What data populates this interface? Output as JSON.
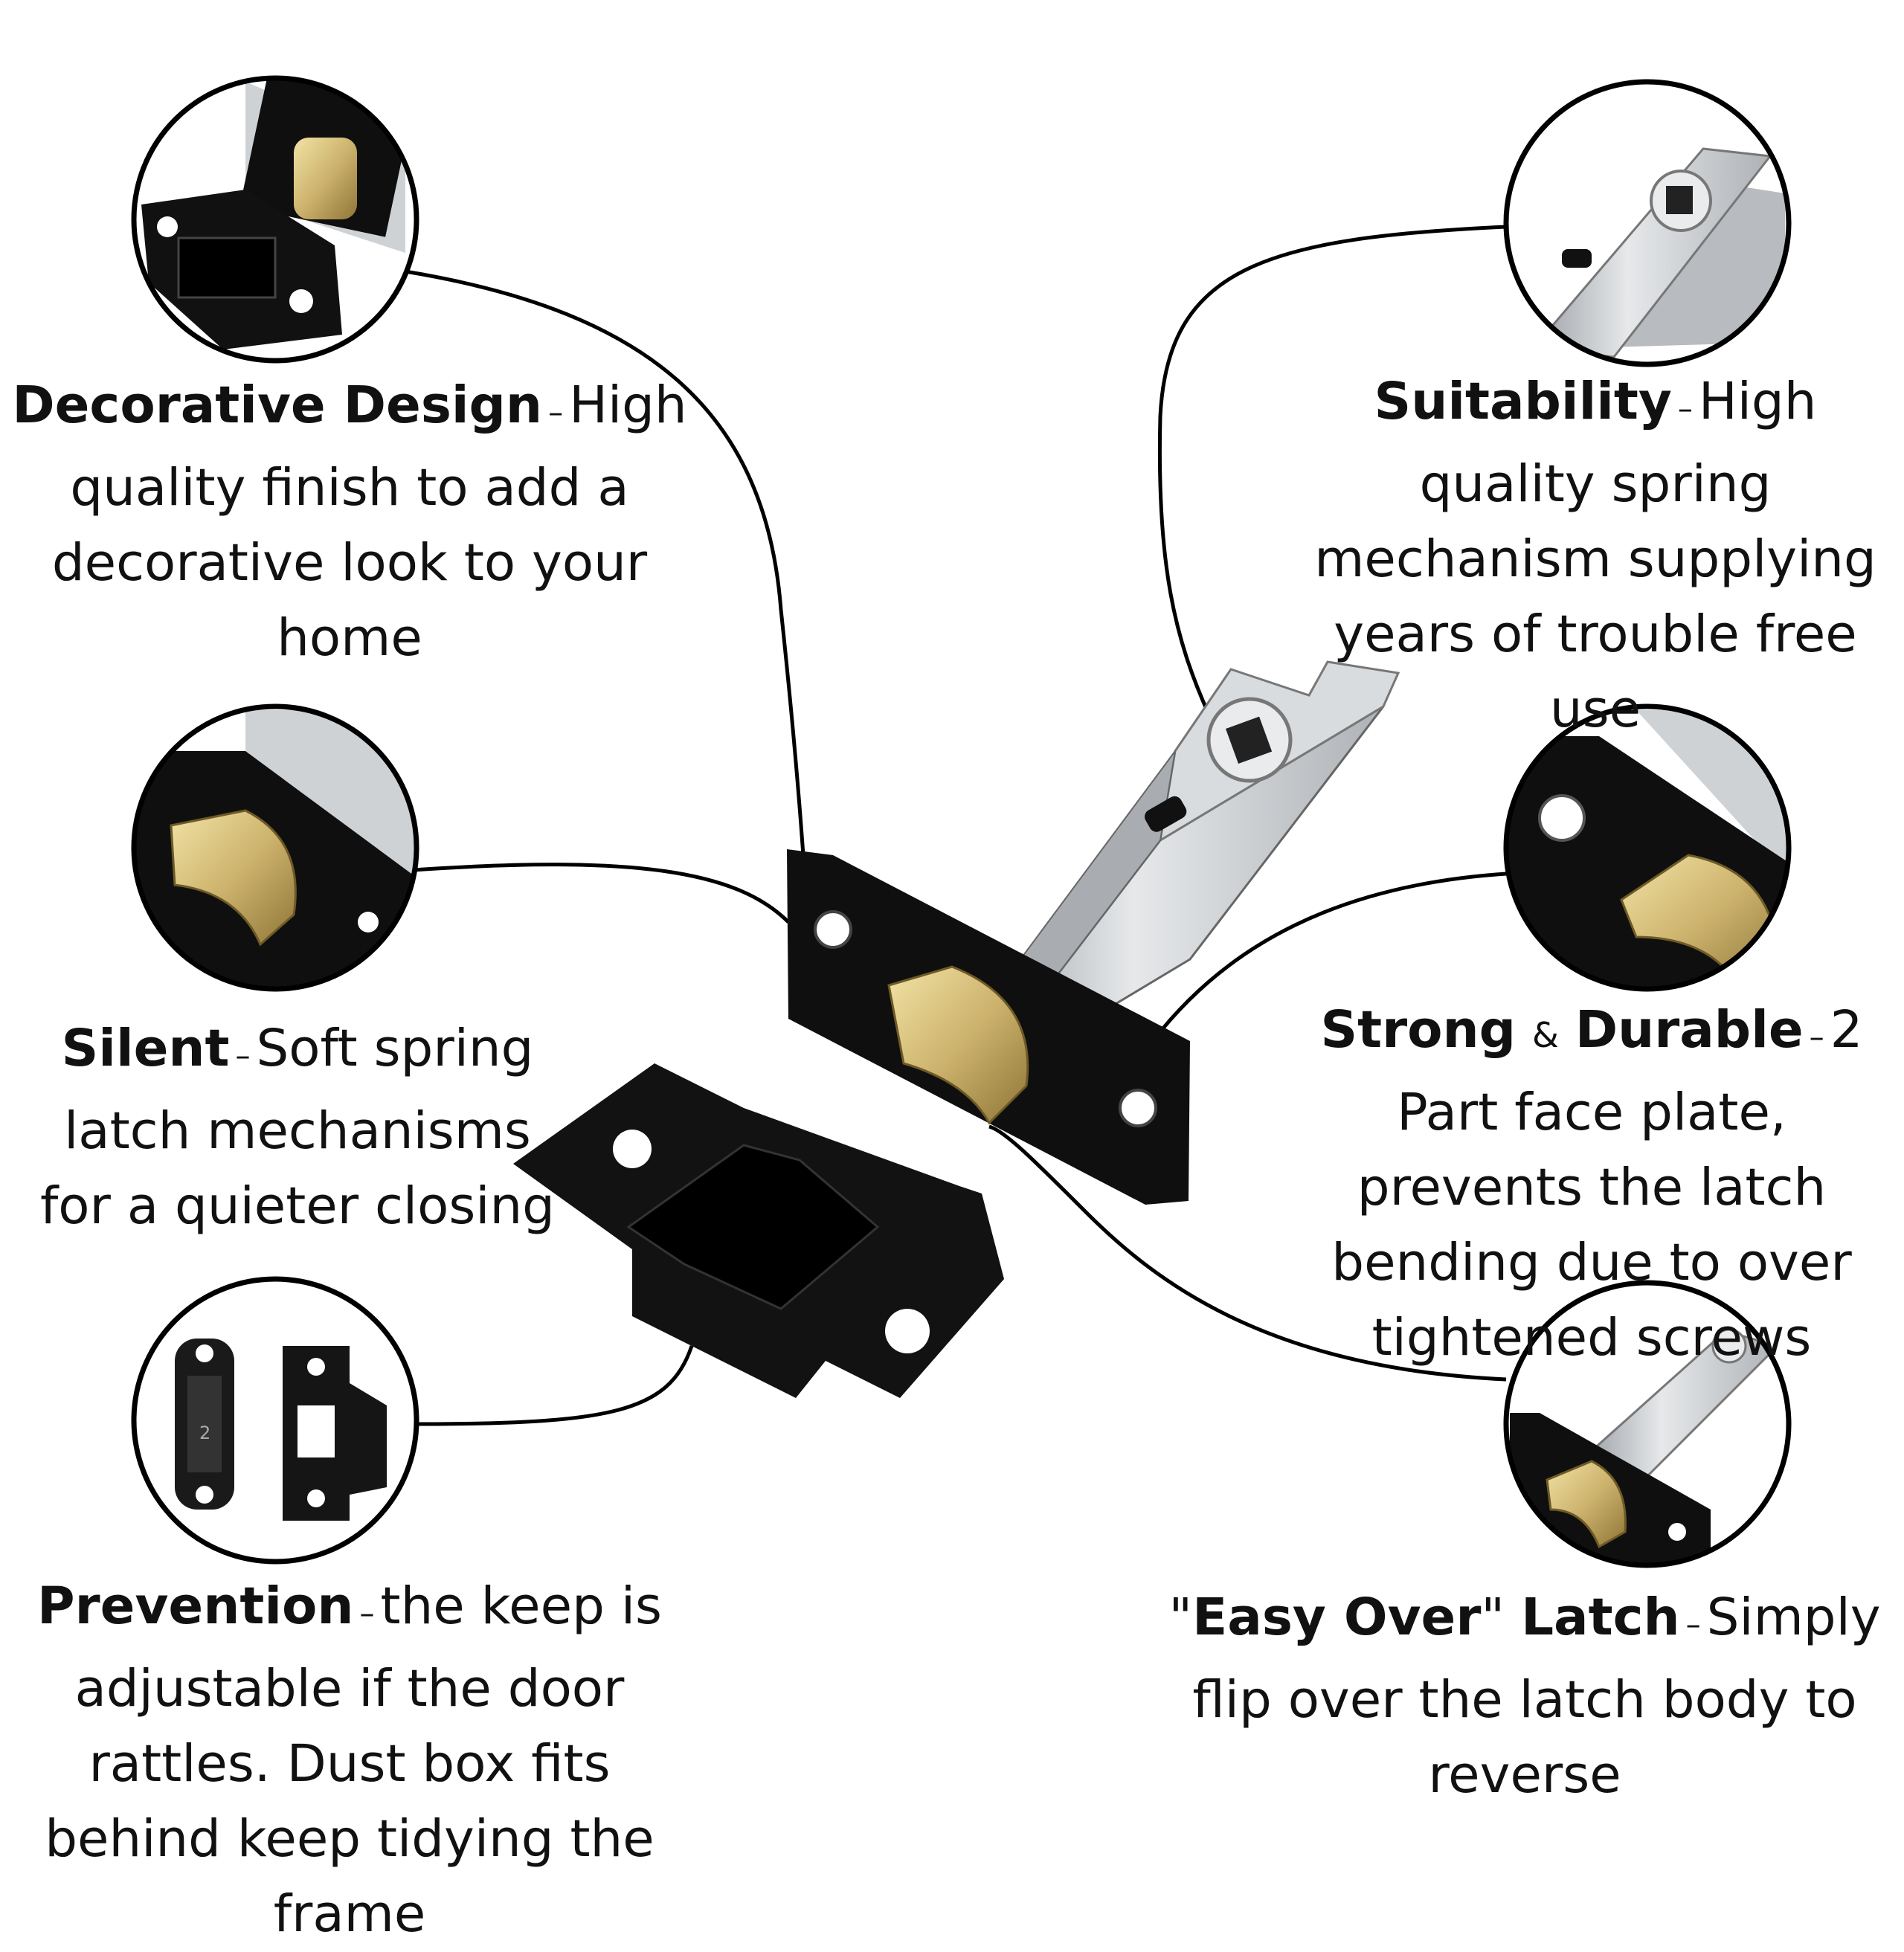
{
  "features": {
    "decorative": {
      "title": "Decorative Design",
      "dash": "–",
      "text": "High quality finish to add a decorative look to your home"
    },
    "suitability": {
      "title": "Suitability",
      "dash": "–",
      "text": "High quality spring mechanism supplying years of trouble free use"
    },
    "silent": {
      "title": "Silent",
      "dash": "–",
      "text": "Soft spring latch mechanisms for a quieter closing"
    },
    "strong": {
      "title_a": "Strong",
      "amp": "&",
      "title_b": "Durable",
      "dash": "–",
      "text": "2 Part face plate, prevents the latch bending due to over tightened screws"
    },
    "prevention": {
      "title": "Prevention",
      "dash": "–",
      "text": "the keep is adjustable if the door rattles. Dust box fits behind keep tidying the frame"
    },
    "easyover": {
      "q1": "\"",
      "title_a": "Easy Over",
      "q2": "\"",
      "title_b": "Latch",
      "dash": "–",
      "text": "Simply flip over the latch body to reverse"
    }
  },
  "keep_marking": "2",
  "colors": {
    "finish": "#111111",
    "brass": "#c9b06a",
    "zinc": "#c7cbcf",
    "ink": "#000000"
  }
}
